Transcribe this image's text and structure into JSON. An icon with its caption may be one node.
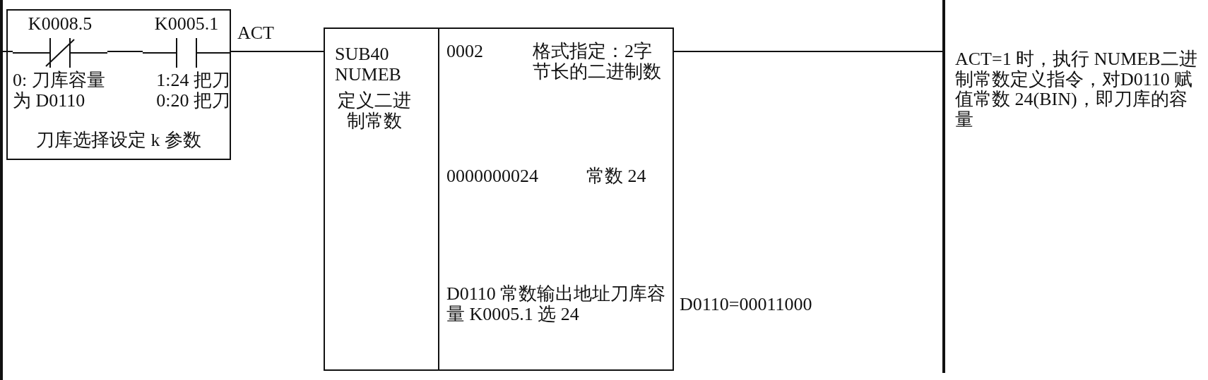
{
  "diagram": {
    "nodes": [
      {
        "text": [],
        "shape": "bar"
      },
      {
        "text": [
          "刀库选择设定 k 参数"
        ]
      },
      {
        "text": [
          "K0008.5",
          "0: 刀库容量为 D0110"
        ],
        "in": 1
      },
      {
        "text": [
          "K0005.1",
          "1:24 把刀 0:20 把刀"
        ],
        "in": 1
      },
      {
        "text": [
          "SUB40 NUMEB",
          "定义二进制常数",
          "0002",
          "格式指定：2字节长的二进制数",
          "0000000024",
          "常数 24",
          "D0110 常数输出地址刀库容量 K0005.1 选 24"
        ],
        "beside": [
          "D0110=00011000"
        ]
      },
      {
        "text": [],
        "shape": "bar"
      }
    ],
    "edges": [
      {
        "from": 0,
        "to": 2,
        "arrow": "none"
      },
      {
        "from": 2,
        "to": 3,
        "arrow": "none"
      },
      {
        "from": 3,
        "to": 4,
        "arrow": "none",
        "label": "ACT"
      },
      {
        "from": 4,
        "to": 5,
        "arrow": "none"
      }
    ],
    "labels": [
      "ACT=1 时，执行 NUMEB二进制常数定义指令，对D0110 赋值常数 24(BIN)，即刀库的容量"
    ]
  }
}
